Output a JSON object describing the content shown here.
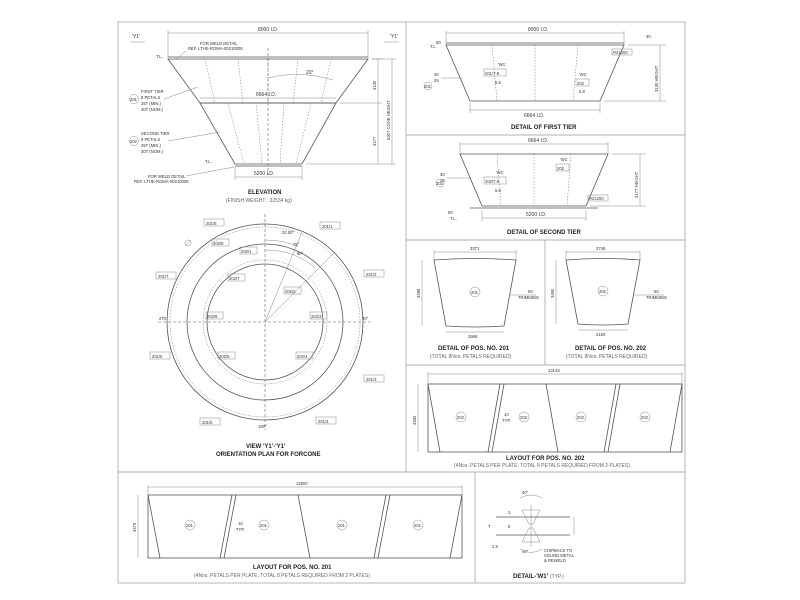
{
  "elevation": {
    "view_marks": [
      "'Y1'",
      "'Y1'"
    ],
    "top_width": "8000 I.D.",
    "mid_width": "6664 I.D.",
    "bottom_width": "5200 I.D.",
    "height_upper": "3130",
    "height_lower": "3177",
    "cone_height": "6307 CONE HEIGHT",
    "angle": "20°",
    "t1": "T.L.",
    "t2": "T.L.",
    "weld_top_1": "FOR WELD DETAIL",
    "weld_top_2": "REF. LTHE-ROMA-00210005",
    "weld_bot_1": "FOR WELD DETAIL",
    "weld_bot_2": "REF. LTHE-ROMA-00210005",
    "tier1_tag": "201",
    "tier1_text": [
      "FIRST TIER",
      "8 PETALS",
      "25T (MIN.)",
      "30T (NOM.)"
    ],
    "tier2_tag": "202",
    "tier2_text": [
      "SECOND TIER",
      "8 PETALS",
      "25T (MIN.)",
      "30T (NOM.)"
    ],
    "title": "ELEVATION",
    "subtitle": "(FINISH WEIGHT : 32534 kg)"
  },
  "orientation": {
    "outer_tags": [
      "201/8",
      "201/1",
      "201/7",
      "201/2",
      "201/6",
      "201/3",
      "201/5",
      "201/4"
    ],
    "inner_tags": [
      "202/8",
      "202/1",
      "202/7",
      "202/2",
      "202/6",
      "202/3",
      "202/5",
      "202/4"
    ],
    "angle_a": "22.50°",
    "angle_b": "45°",
    "angle_c": "90°",
    "deg_270": "270",
    "deg_90": "90°",
    "deg_180": "180°",
    "title_1": "VIEW 'Y1'-'Y1'",
    "title_2": "ORIENTATION PLAN FOR FORCONE"
  },
  "first_tier": {
    "top_width": "8000 I.D.",
    "bottom_width": "6664 I.D.",
    "height": "3130 HEIGHT",
    "tag1": "201/7-8",
    "tag2": "202",
    "w1": "'W1'",
    "w2": "'W1'",
    "sub1": "5.8",
    "sub2": "5.8",
    "t30": "30",
    "t25": "25",
    "d50": "50",
    "label": "201",
    "note": "R31200",
    "tl": "T.L.",
    "title": "DETAIL OF FIRST TIER"
  },
  "second_tier": {
    "top_width": "6664 I.D.",
    "bottom_width": "5200 I.D.",
    "height": "3177 HEIGHT",
    "tag1": "202/7-8",
    "tag2": "202",
    "w1": "'W1'",
    "w2": "'W1'",
    "sub1": "5.8",
    "t30": "30",
    "t25": "25",
    "d50": "50",
    "label": "202",
    "note": "R21200",
    "tl": "T.L.",
    "title": "DETAIL OF SECOND TIER"
  },
  "pos201": {
    "top": "3371",
    "bottom": "2666",
    "height": "3488",
    "tag": "201",
    "dim": "50",
    "note": "TRIMMING",
    "title": "DETAIL OF POS. NO. 201",
    "subtitle": "(TOTAL 8Nos. PETALS REQUIRED)"
  },
  "pos202": {
    "top": "2746",
    "bottom": "2160",
    "height": "3480",
    "tag": "202",
    "dim": "50",
    "note": "TRIMMING",
    "title": "DETAIL OF POS. NO. 202",
    "subtitle": "(TOTAL 8Nos. PETALS REQUIRED)"
  },
  "layout202": {
    "width": "13143",
    "height": "3480",
    "tags": [
      "202",
      "202",
      "202",
      "202"
    ],
    "gap": "10",
    "gap_note": "TYP.",
    "title": "LAYOUT FOR POS. NO. 202",
    "subtitle": "(4Nos. PETALS PER PLATE, TOTAL 8 PETALS REQUIRED FROM 2 PLATES)"
  },
  "layout201": {
    "width": "12500",
    "height": "3470",
    "tags": [
      "201",
      "201",
      "201",
      "201"
    ],
    "gap": "10",
    "gap_note": "TYP.",
    "title": "LAYOUT FOR POS. NO. 201",
    "subtitle": "(4Nos. PETALS PER PLATE, TOTAL 8 PETALS REQUIRED FROM 2 PLATES)"
  },
  "detail_w1": {
    "angle_top": "40°",
    "angle_bot": "40°",
    "dim_t": "T",
    "dim_a": "3",
    "dim_b": "5",
    "dim_c": "2.5",
    "note_1": "CHIPBACK TO",
    "note_2": "SOUND METAL",
    "note_3": "& REWELD",
    "title": "DETAIL-'W1'",
    "subtitle": "(TYP.)"
  }
}
